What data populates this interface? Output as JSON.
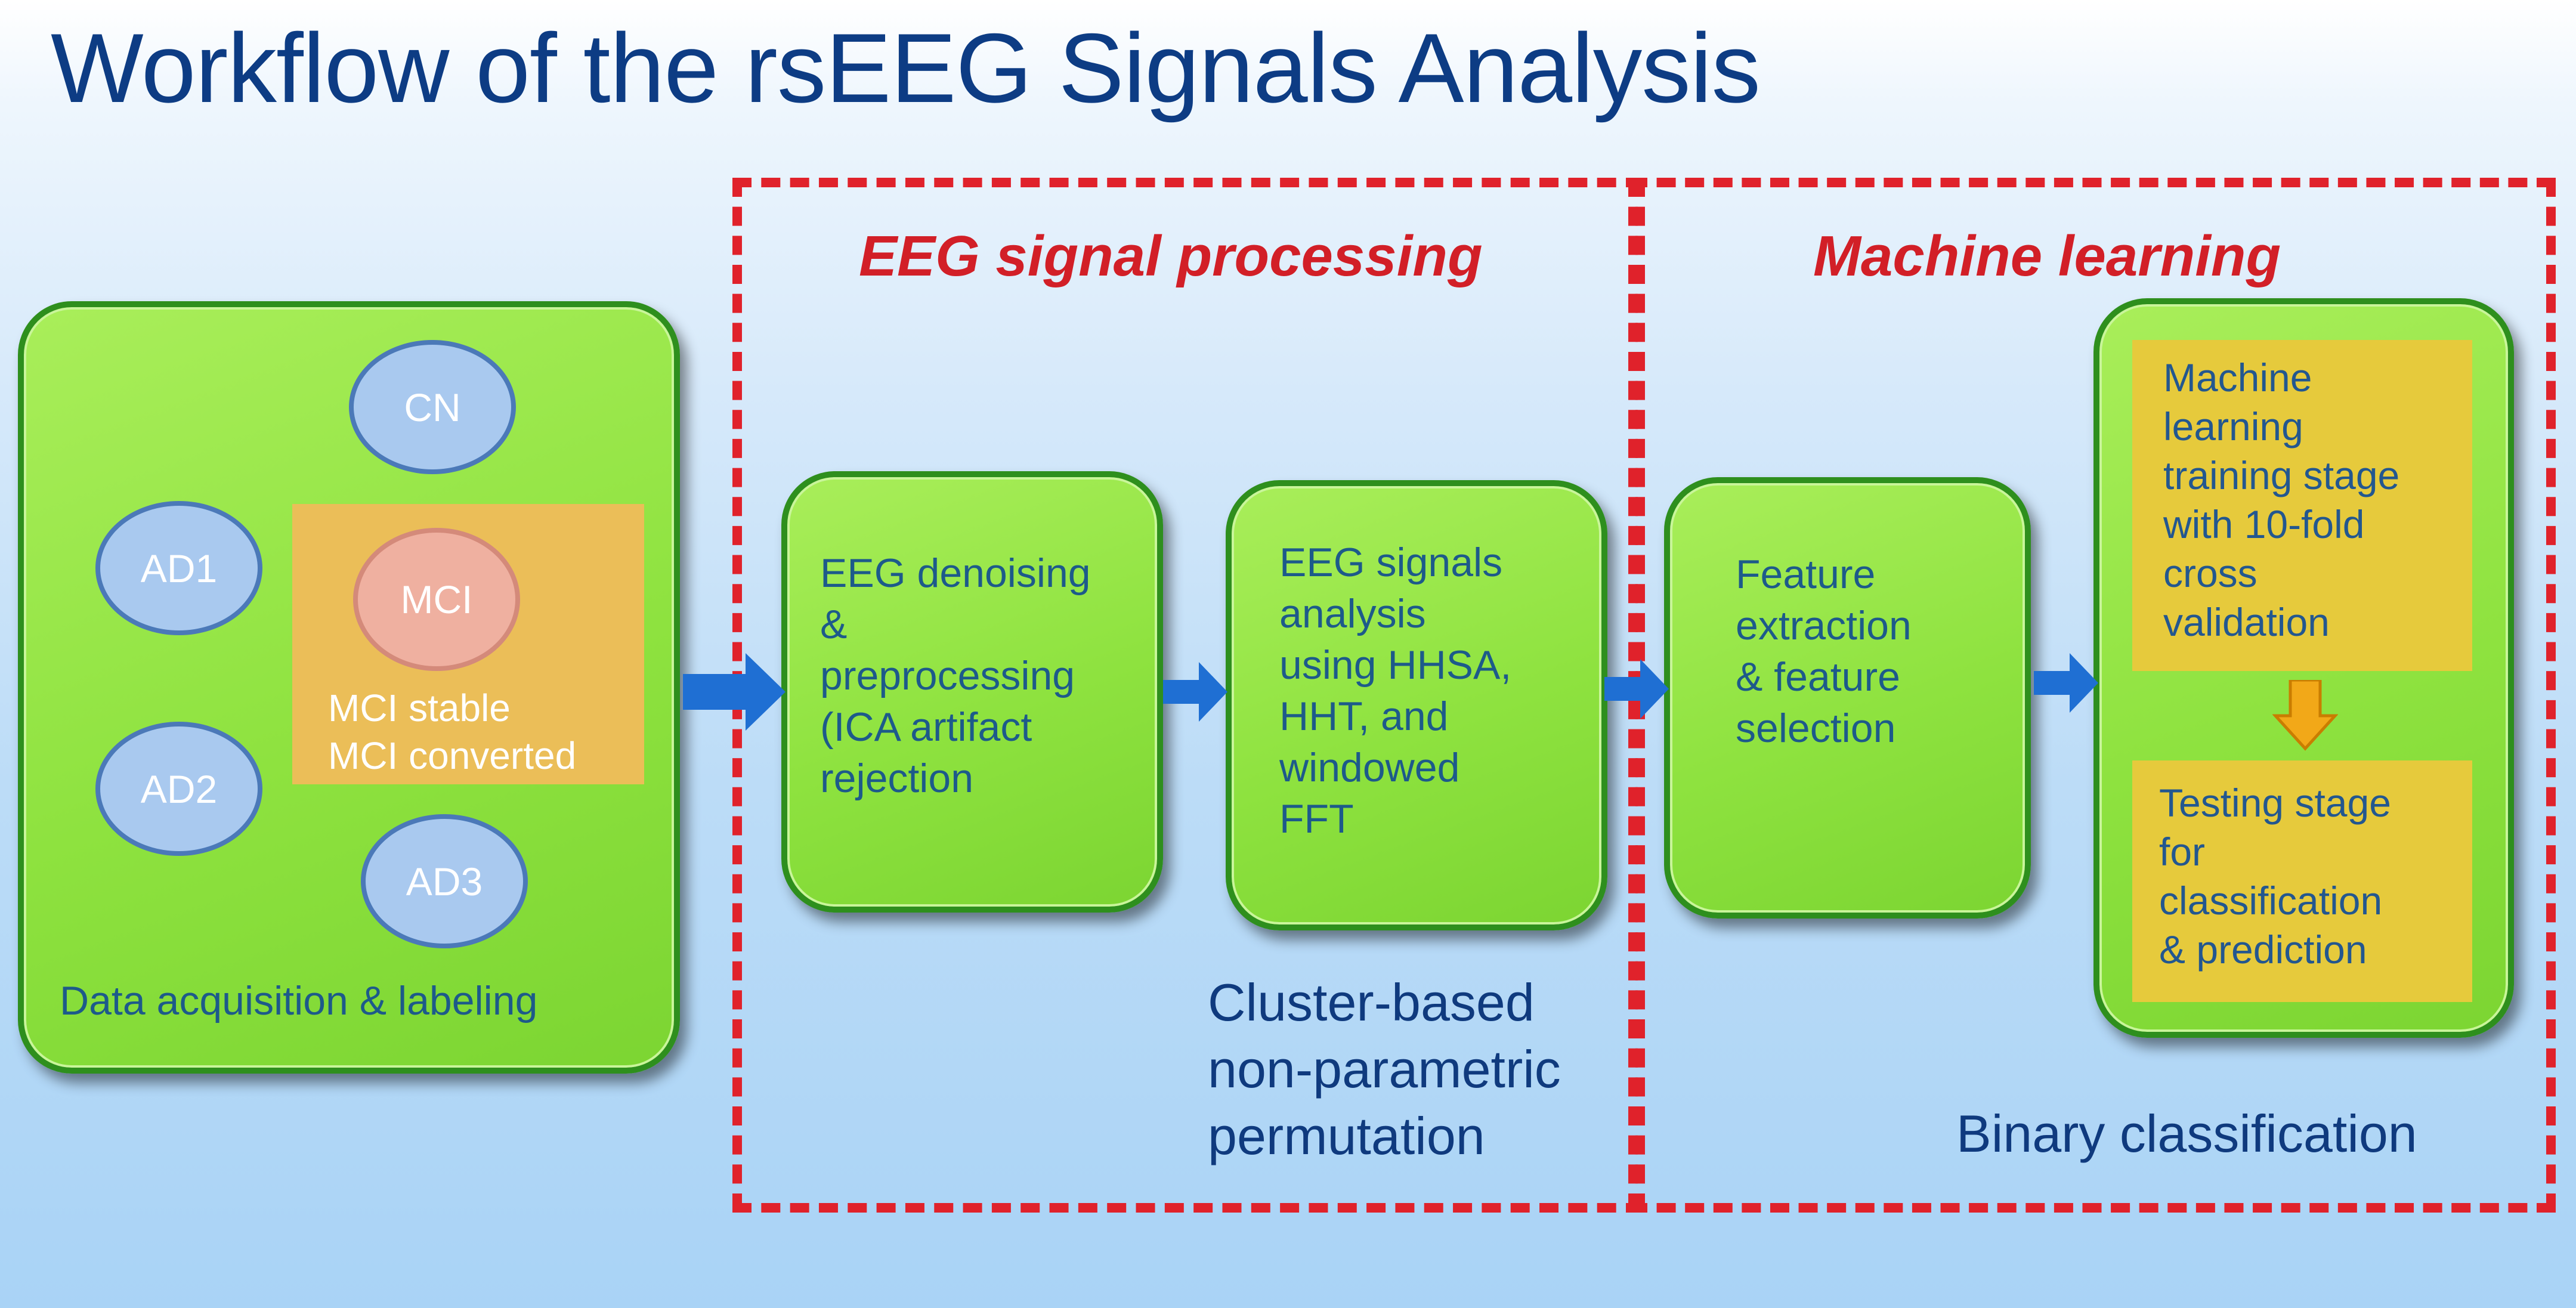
{
  "title": "Workflow of the rsEEG Signals Analysis",
  "sections": {
    "signal_processing": "EEG signal processing",
    "machine_learning": "Machine learning"
  },
  "acquisition": {
    "cn": "CN",
    "ad1": "AD1",
    "ad2": "AD2",
    "ad3": "AD3",
    "mci": "MCI",
    "mci_stable": "MCI stable",
    "mci_converted": "MCI converted",
    "label": "Data acquisition & labeling"
  },
  "steps": {
    "denoising": [
      "EEG denoising",
      "&",
      "preprocessing",
      "(ICA artifact",
      "rejection"
    ],
    "analysis": [
      "EEG signals",
      "analysis",
      "using HHSA,",
      "HHT, and",
      "windowed",
      "FFT"
    ],
    "features": [
      "Feature",
      "extraction",
      "& feature",
      "selection"
    ]
  },
  "ml": {
    "training": [
      "Machine",
      "learning",
      "training stage",
      "with 10-fold",
      "cross",
      "validation"
    ],
    "testing": [
      "Testing stage",
      "for",
      "classification",
      "& prediction"
    ]
  },
  "notes": {
    "cluster": [
      "Cluster-based",
      "non-parametric",
      "permutation"
    ],
    "binary": "Binary classification"
  },
  "colors": {
    "title": "#0d3c84",
    "dash": "#e0222b",
    "box_green": "#8ee23f",
    "box_yellow": "#e6ca3c",
    "arrow": "#1f6fd3"
  }
}
